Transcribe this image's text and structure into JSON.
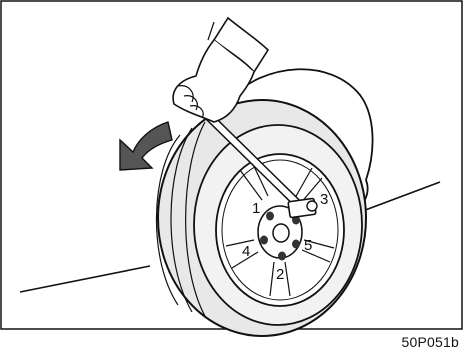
{
  "figure": {
    "code": "50P051b",
    "lug_nut_numbers": [
      "1",
      "2",
      "3",
      "4",
      "5"
    ]
  },
  "icons": {
    "arrow": "rotation-arrow-icon",
    "hand": "gloved-hand-icon"
  },
  "colors": {
    "line": "#111111",
    "tire_fill": "#e8e8e8",
    "page": "#ffffff"
  }
}
